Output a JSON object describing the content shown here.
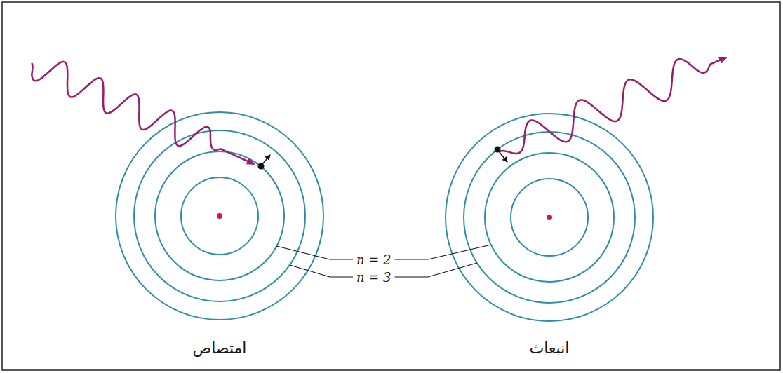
{
  "diagram": {
    "labels": [
      "n = 2",
      "n = 3",
      "امتصاص",
      "انبعاث"
    ]
  }
}
